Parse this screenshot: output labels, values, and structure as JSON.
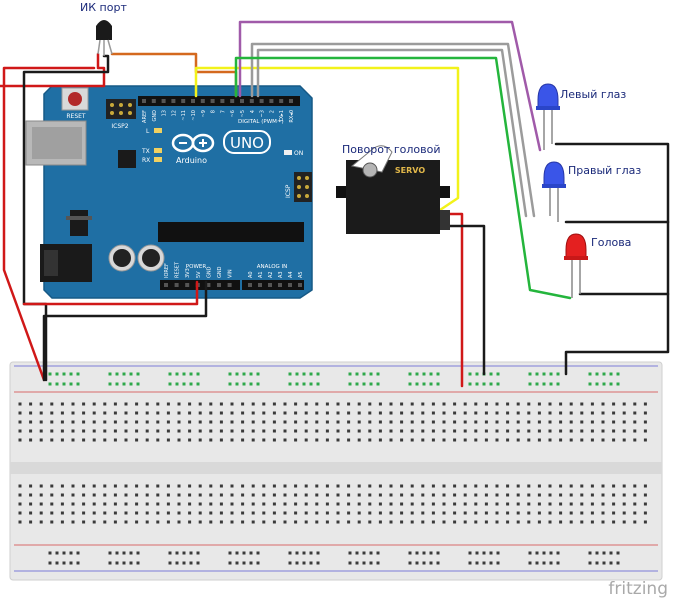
{
  "labels": {
    "ir_port": "ИК порт",
    "left_eye": "Левый глаз",
    "right_eye": "Правый глаз",
    "head": "Голова",
    "head_turn": "Поворот головой"
  },
  "board": {
    "name": "Arduino",
    "model": "UNO",
    "reset": "RESET",
    "icsp2": "ICSP2",
    "icsp": "ICSP",
    "led_l": "L",
    "led_tx": "TX",
    "led_rx": "RX",
    "on": "ON",
    "digital": "DIGITAL (PWM~)",
    "power": "POWER",
    "analog": "ANALOG IN",
    "aref": "AREF",
    "gnd": "GND",
    "pin13": "13",
    "pin12": "12",
    "pin11": "~11",
    "pin10": "~10",
    "pin9": "~9",
    "pin8": "8",
    "pin7": "7",
    "pin6": "~6",
    "pin5": "~5",
    "pin4": "4",
    "pin3": "~3",
    "pin2": "2",
    "tx1": "TX▸1",
    "rx0": "RX◂0",
    "ioref": "IOREF",
    "resetp": "RESET",
    "v33": "3V3",
    "v5": "5V",
    "gnd1": "GND",
    "gnd2": "GND",
    "vin": "VIN",
    "a0": "A0",
    "a1": "A1",
    "a2": "A2",
    "a3": "A3",
    "a4": "A4",
    "a5": "A5"
  },
  "servo": {
    "label": "SERVO"
  },
  "watermark": "fritzing",
  "colors": {
    "board_blue": "#1f6fa4",
    "wire_red": "#d01818",
    "wire_black": "#1a1a1a",
    "wire_purple": "#a05aa9",
    "wire_gray": "#9b9b9b",
    "wire_green": "#24b53c",
    "wire_orange": "#d4691e",
    "wire_yellow": "#f2f21a",
    "led_blue": "#3a55e8",
    "led_red": "#e42020",
    "label_text": "#1b2a7a"
  }
}
